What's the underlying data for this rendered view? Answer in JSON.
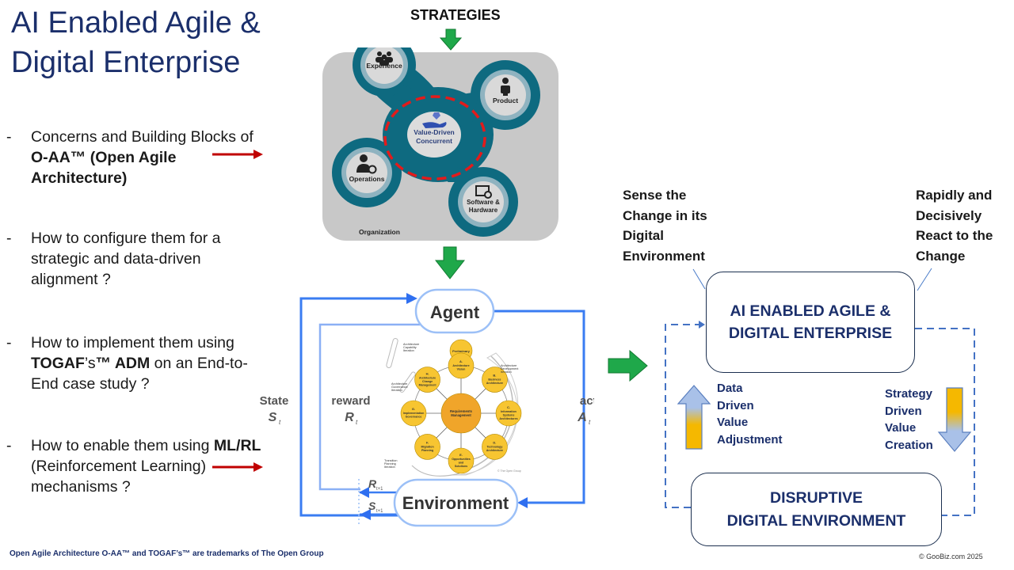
{
  "title": {
    "line1": "AI Enabled Agile &",
    "line2": "Digital Enterprise"
  },
  "bullets": [
    {
      "dash": "-",
      "parts": [
        {
          "text": "Concerns and Building Blocks of ",
          "bold": false
        },
        {
          "text": "O-AA™ (Open Agile Architecture)",
          "bold": true
        }
      ],
      "has_arrow": true
    },
    {
      "dash": "-",
      "parts": [
        {
          "text": "How to configure them for a strategic and data-driven alignment ?",
          "bold": false
        }
      ],
      "has_arrow": false
    },
    {
      "dash": "-",
      "parts": [
        {
          "text": "How to implement them using ",
          "bold": false
        },
        {
          "text": "TOGAF",
          "bold": true
        },
        {
          "text": "’s",
          "bold": false
        },
        {
          "text": "™ ADM",
          "bold": true
        },
        {
          "text": " on an End-to-End case study ?",
          "bold": false
        }
      ],
      "has_arrow": false
    },
    {
      "dash": "-",
      "parts": [
        {
          "text": "How to enable them using ",
          "bold": false
        },
        {
          "text": "ML/RL",
          "bold": true
        },
        {
          "text": " (Reinforcement Learning) mechanisms ?",
          "bold": false
        }
      ],
      "has_arrow": true
    }
  ],
  "oaa_diagram": {
    "strategies_label": "STRATEGIES",
    "organization_label": "Organization",
    "center_label": [
      "Value-Driven",
      "Concurrent"
    ],
    "lobes": [
      {
        "label": [
          "Experience"
        ],
        "icon": "people-group-icon"
      },
      {
        "label": [
          "Product"
        ],
        "icon": "lightbulb-hand-icon"
      },
      {
        "label": [
          "Operations"
        ],
        "icon": "user-gear-icon"
      },
      {
        "label": [
          "Software &",
          "Hardware"
        ],
        "icon": "monitor-gear-icon"
      }
    ],
    "colors": {
      "teal": "#0e6a80",
      "ring": "#8fb3c0",
      "bg": "#c8c8c8",
      "dash": "#e31b1b"
    }
  },
  "rl_diagram": {
    "agent_label": "Agent",
    "environment_label": "Environment",
    "state_label": "State",
    "state_symbol": "S",
    "state_sub": "t",
    "reward_label": "reward",
    "reward_symbol": "R",
    "reward_sub": "t",
    "action_label": "action",
    "action_symbol": "A",
    "action_sub": "t",
    "next_reward_symbol": "R",
    "next_state_symbol": "S",
    "next_sub": "t+1",
    "adm": {
      "preliminary": "Preliminary",
      "center": [
        "Requirements",
        "Management"
      ],
      "phases": [
        {
          "letter": "A.",
          "name": [
            "Architecture",
            "Vision"
          ]
        },
        {
          "letter": "B.",
          "name": [
            "Business",
            "Architecture"
          ]
        },
        {
          "letter": "C.",
          "name": [
            "Information",
            "Systems",
            "Architectures"
          ]
        },
        {
          "letter": "D.",
          "name": [
            "Technology",
            "Architecture"
          ]
        },
        {
          "letter": "E.",
          "name": [
            "Opportunities",
            "and",
            "Solutions"
          ]
        },
        {
          "letter": "F.",
          "name": [
            "Migration",
            "Planning"
          ]
        },
        {
          "letter": "G.",
          "name": [
            "Implementation",
            "Governance"
          ]
        },
        {
          "letter": "H.",
          "name": [
            "Architecture",
            "Change",
            "Management"
          ]
        }
      ],
      "iterations": {
        "capability": [
          "Architecture",
          "Capability",
          "Iteration"
        ],
        "development": [
          "Architecture",
          "Development",
          "Iteration"
        ],
        "governance": [
          "Architecture",
          "Governance",
          "Iteration"
        ],
        "transition": [
          "Transition",
          "Planning",
          "Iteration"
        ]
      },
      "credit": "© The Open Group"
    },
    "colors": {
      "line": "#2f6ff0",
      "phase": "#f7c531",
      "center": "#f0a52a"
    }
  },
  "enterprise_diagram": {
    "sense_note": [
      "Sense the",
      "Change in its",
      "Digital",
      "Environment"
    ],
    "react_note": [
      "Rapidly and",
      "Decisively",
      "React to the",
      "Change"
    ],
    "enterprise_box": [
      "AI ENABLED AGILE &",
      "DIGITAL ENTERPRISE"
    ],
    "environment_box": [
      "DISRUPTIVE",
      "DIGITAL ENVIRONMENT"
    ],
    "up_driver": [
      "Data",
      "Driven",
      "Value",
      "Adjustment"
    ],
    "down_driver": [
      "Strategy",
      "Driven",
      "Value",
      "Creation"
    ],
    "colors": {
      "text": "#1b2f6b",
      "dash": "#4472c4",
      "gold": "#f5b800",
      "blue": "#a9c1e8"
    }
  },
  "footer": {
    "trademark": "Open Agile Architecture O-AA™  and TOGAF’s™ are trademarks of The Open Group",
    "copyright": "© GooBiz.com 2025"
  },
  "accent_colors": {
    "red_arrow": "#c00000",
    "green_arrow": "#1fa84a"
  }
}
